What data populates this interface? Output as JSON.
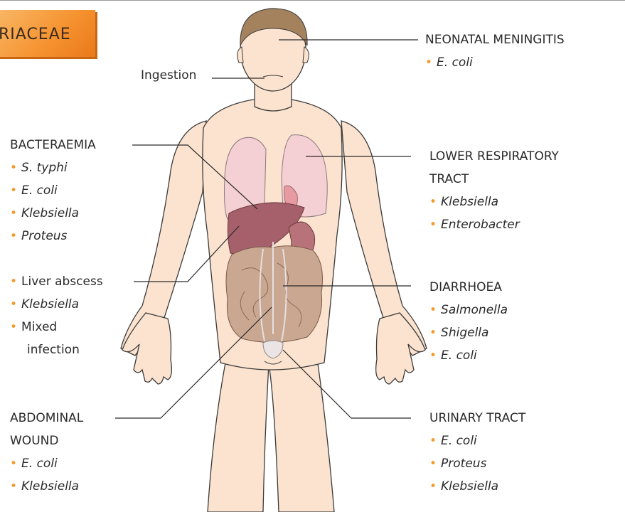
{
  "title": "RIACEAE",
  "ingestion": "Ingestion",
  "neonatal": {
    "heading": "NEONATAL MENINGITIS",
    "items": [
      "E. coli"
    ]
  },
  "bacteraemia": {
    "heading": "BACTERAEMIA",
    "items": [
      "S. typhi",
      "E. coli",
      "Klebsiella",
      "Proteus"
    ]
  },
  "respiratory": {
    "heading_line1": "LOWER RESPIRATORY",
    "heading_line2": "TRACT",
    "items": [
      "Klebsiella",
      "Enterobacter"
    ]
  },
  "liver": {
    "items": [
      "Liver abscess",
      "Klebsiella",
      "Mixed",
      "infection"
    ]
  },
  "diarrhoea": {
    "heading": "DIARRHOEA",
    "items": [
      "Salmonella",
      "Shigella",
      "E. coli"
    ]
  },
  "abdominal": {
    "heading_line1": "ABDOMINAL",
    "heading_line2": "WOUND",
    "items": [
      "E. coli",
      "Klebsiella"
    ]
  },
  "urinary": {
    "heading": "URINARY TRACT",
    "items": [
      "E. coli",
      "Proteus",
      "Klebsiella"
    ]
  },
  "colors": {
    "bullet": "#f39a2b",
    "skin": "#fbe3cf",
    "lung": "#f4cfd3",
    "liver": "#a5606b",
    "intestine": "#c9a791",
    "hair": "#a5825e",
    "title_bg": "#f5912e"
  }
}
